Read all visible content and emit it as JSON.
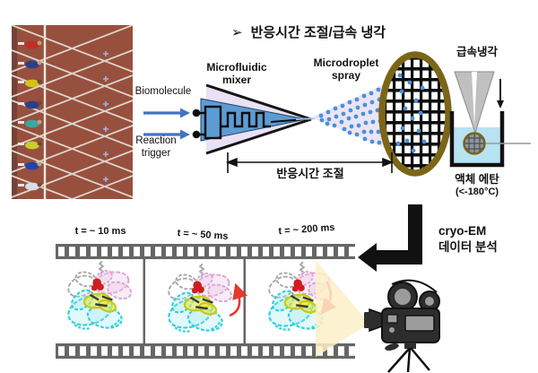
{
  "header": {
    "bullet": "➢",
    "title": "반응시간 조절/급속 냉각"
  },
  "top_diagram": {
    "mixer_label_line1": "Microfluidic",
    "mixer_label_line2": "mixer",
    "spray_label_line1": "Microdroplet",
    "spray_label_line2": "spray",
    "input_top_label": "Biomolecule",
    "input_bottom_label": "Reaction trigger",
    "reaction_time_label": "반응시간 조절"
  },
  "freezing": {
    "title": "급속냉각",
    "ethane_label": "액체 에탄",
    "ethane_temp": "(<-180°C)"
  },
  "filmstrip": {
    "frames": [
      {
        "time_label": "t = ~ 10 ms"
      },
      {
        "time_label": "t = ~ 50 ms"
      },
      {
        "time_label": "t = ~ 200 ms"
      }
    ]
  },
  "analysis": {
    "line1": "cryo-EM",
    "line2": "데이터 분석"
  },
  "colors": {
    "track_brown": "#98503e",
    "mixer_blue": "#5d9bd3",
    "cone_lavender": "#e9e1f5",
    "droplet_blue": "#4a90d9",
    "grid_rim_gold": "#7b6618",
    "ethane_liquid_blue": "#b7e3f2",
    "film_gray": "#666666",
    "protein_cyan": "#35cfe0",
    "protein_pink": "#d9a6d6",
    "protein_yellow": "#d6d619",
    "protein_red": "#cf1d1d",
    "beam_yellow": "#fbf0c8",
    "input_arrow_blue": "#4472c4",
    "rotation_arrow_red": "#e23b2e"
  }
}
